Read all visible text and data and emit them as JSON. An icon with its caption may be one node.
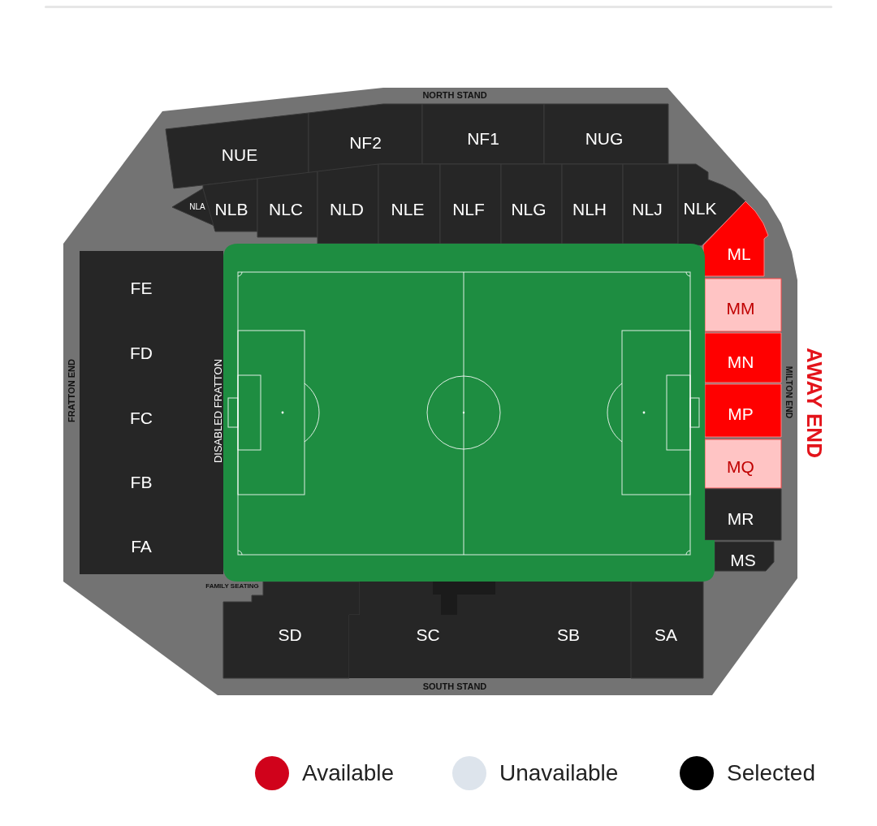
{
  "diagram": {
    "nodes": [
      {
        "text": [
          "NUE"
        ]
      },
      {
        "text": [
          "NF2"
        ]
      },
      {
        "text": [
          "NF1"
        ]
      },
      {
        "text": [
          "NUG"
        ]
      },
      {
        "text": [
          "NLA"
        ]
      },
      {
        "text": [
          "NLB"
        ]
      },
      {
        "text": [
          "NLC"
        ]
      },
      {
        "text": [
          "NLD"
        ]
      },
      {
        "text": [
          "NLE"
        ]
      },
      {
        "text": [
          "NLF"
        ]
      },
      {
        "text": [
          "NLG"
        ]
      },
      {
        "text": [
          "NLH"
        ]
      },
      {
        "text": [
          "NLJ"
        ]
      },
      {
        "text": [
          "NLK"
        ]
      },
      {
        "text": [
          "ML"
        ]
      },
      {
        "text": [
          "FE"
        ]
      },
      {
        "text": [
          "FD"
        ]
      },
      {
        "text": [
          "FC"
        ]
      },
      {
        "text": [
          "FB"
        ]
      },
      {
        "text": [
          "FA"
        ]
      },
      {
        "text": [
          "MM"
        ]
      },
      {
        "text": [
          "MN"
        ]
      },
      {
        "text": [
          "MP"
        ]
      },
      {
        "text": [
          "MQ"
        ]
      },
      {
        "text": [
          "MR"
        ]
      },
      {
        "text": [
          "MS"
        ]
      },
      {
        "text": [
          "SD"
        ]
      },
      {
        "text": [
          "SC"
        ]
      },
      {
        "text": [
          "SB"
        ]
      },
      {
        "text": [
          "SA"
        ]
      }
    ],
    "labels": [
      "NORTH STAND",
      "FRATTON END",
      "DISABLED FRATTON",
      "MILTON END",
      "AWAY END",
      "FAMILY SEATING",
      "SOUTH STAND"
    ],
    "legend": [
      {
        "text": "Available",
        "color": "#d0021b"
      },
      {
        "text": "Unavailable",
        "color": "#dde4ec"
      },
      {
        "text": "Selected",
        "color": "#000000"
      }
    ]
  }
}
